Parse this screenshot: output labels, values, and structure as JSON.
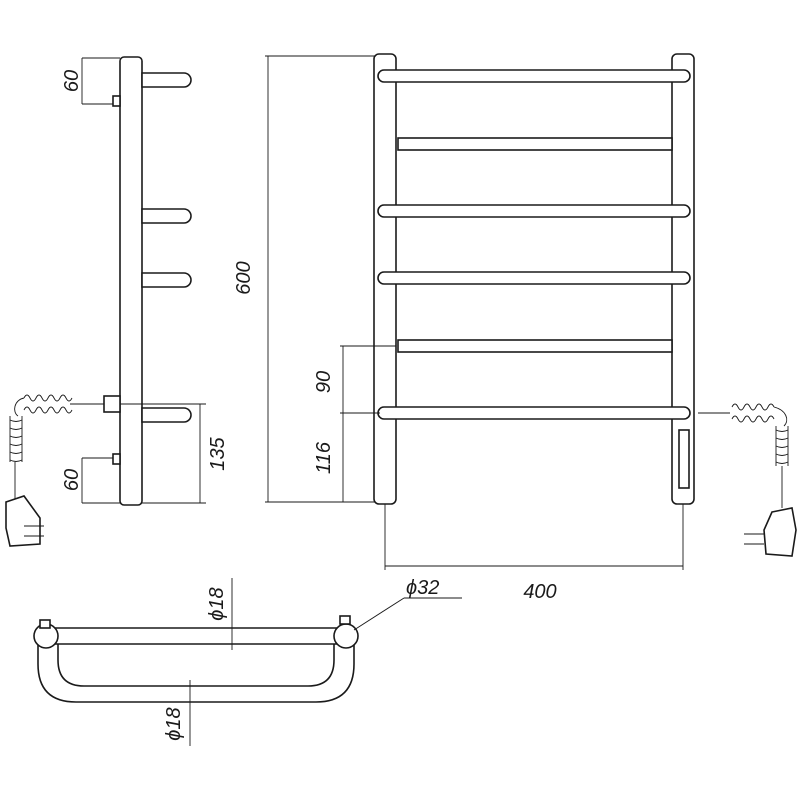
{
  "dimensions": {
    "side_top": "60",
    "side_bottom": "60",
    "side_connector": "135",
    "height": "600",
    "rail_spacing": "90",
    "bottom_rail": "116",
    "width": "400",
    "pipe_diameter_top": "ϕ18",
    "upright_diameter": "ϕ32",
    "pipe_diameter_bottom": "ϕ18"
  }
}
